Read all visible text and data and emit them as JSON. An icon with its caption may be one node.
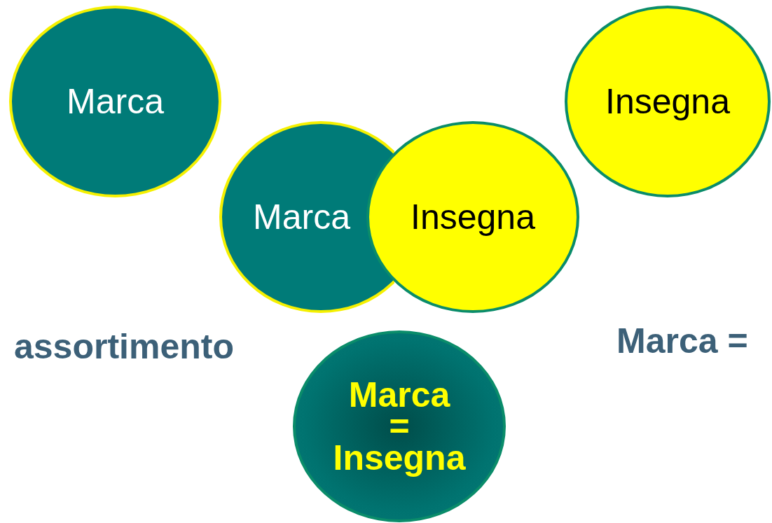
{
  "diagram": {
    "nodes": [
      {
        "text": [
          "Marca"
        ]
      },
      {
        "text": [
          "Insegna"
        ]
      },
      {
        "text": [
          "Marca"
        ]
      },
      {
        "text": [
          "Insegna"
        ]
      },
      {
        "text": [
          "Marca = Insegna"
        ]
      }
    ],
    "labels": [
      "assortimento",
      "Marca ="
    ]
  }
}
